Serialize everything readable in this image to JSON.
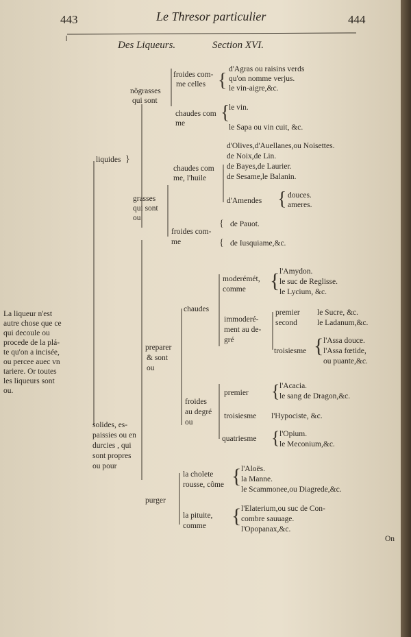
{
  "header": {
    "page_left": "443",
    "title": "Le Thresor particulier",
    "page_right": "444",
    "section_left": "Des Liqueurs.",
    "section_right": "Section XVI."
  },
  "intro": [
    "La liqueur n'est",
    "autre chose que ce",
    "qui decoule ou",
    "procede de la plá-",
    "te qu'on a incisée,",
    "ou percee auec vn",
    "tariere. Or toutes",
    "les liqueurs sont",
    "ou."
  ],
  "liquides": {
    "label": "liquides",
    "nograsses": [
      "nõgrasses",
      "qui sont"
    ],
    "froides_comme": [
      "froides com-",
      "me celles"
    ],
    "froides_items": [
      "d'Agras ou raisins verds",
      "qu'on nomme verjus.",
      "le vin-aigre,&c."
    ],
    "chaudes_comme": [
      "chaudes com",
      "me"
    ],
    "chaudes_items": [
      "le vin.",
      "le Sapa ou vin cuit, &c."
    ],
    "grasses": [
      "grasses",
      "qui sont",
      "ou"
    ],
    "chaudes_huile": [
      "chaudes com",
      "me, l'huile"
    ],
    "huile_items": [
      "d'Olives,d'Auellanes,ou Noisettes.",
      "de Noix,de Lin.",
      "de Bayes,de Laurier.",
      "de Sesame,le Balanin."
    ],
    "amendes": "d'Amendes",
    "amendes_items": [
      "douces.",
      "ameres."
    ],
    "froides_huile": [
      "froides com-",
      "me"
    ],
    "froides_huile_items": [
      "de Pauot.",
      "de Iusquiame,&c."
    ]
  },
  "solides": {
    "label": [
      "solides, es-",
      "paissies ou en",
      "durcies , qui",
      "sont propres",
      "ou pour"
    ],
    "preparer": [
      "preparer",
      "& sont",
      "ou"
    ],
    "chaudes": "chaudes",
    "moderement": [
      "moderémét,",
      "comme"
    ],
    "moderement_items": [
      "l'Amydon.",
      "le suc de Reglisse.",
      "le Lycium, &c."
    ],
    "immoderement": [
      "immoderé-",
      "ment au de-",
      "gré"
    ],
    "premier": "premier",
    "premier_item": "le Sucre, &c.",
    "second": "second",
    "second_item": "le Ladanum,&c.",
    "troisiesme": "troisiesme",
    "troisiesme_items": [
      "l'Assa douce.",
      "l'Assa fœtide,",
      "ou puante,&c."
    ],
    "froides_degre": [
      "froides",
      "au degré",
      "ou"
    ],
    "f_premier": "premier",
    "f_premier_items": [
      "l'Acacia.",
      "le sang de Dragon,&c."
    ],
    "f_troisiesme": "troisiesme",
    "f_troisiesme_item": "l'Hypociste, &c.",
    "f_quatriesme": "quatriesme",
    "f_quatriesme_items": [
      "l'Opium.",
      "le Meconium,&c."
    ],
    "purger": "purger",
    "cholete": [
      "la cholete",
      "rousse, côme"
    ],
    "cholete_items": [
      "l'Aloës.",
      "la Manne.",
      "le Scammonee,ou Diagrede,&c."
    ],
    "pituite": [
      "la pituite,",
      "comme"
    ],
    "pituite_items": [
      "l'Elaterium,ou suc de Con-",
      "combre sauuage.",
      "l'Opopanax,&c."
    ]
  },
  "catchword": "On"
}
